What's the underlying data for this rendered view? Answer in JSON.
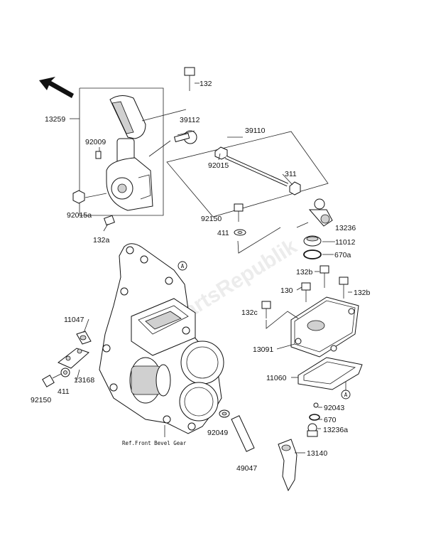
{
  "watermark": "PartsRepublik",
  "reference_note": "Ref.Front Bevel Gear",
  "ref_marker": "A",
  "callouts": [
    {
      "key": "c132",
      "text": "132"
    },
    {
      "key": "c39112",
      "text": "39112"
    },
    {
      "key": "c39110",
      "text": "39110"
    },
    {
      "key": "c13259",
      "text": "13259"
    },
    {
      "key": "c92009",
      "text": "92009"
    },
    {
      "key": "c92015",
      "text": "92015"
    },
    {
      "key": "c311",
      "text": "311"
    },
    {
      "key": "c92015a",
      "text": "92015a"
    },
    {
      "key": "c132a",
      "text": "132a"
    },
    {
      "key": "c92150_top",
      "text": "92150"
    },
    {
      "key": "c13236",
      "text": "13236"
    },
    {
      "key": "c411_top",
      "text": "411"
    },
    {
      "key": "c11012",
      "text": "11012"
    },
    {
      "key": "c670a",
      "text": "670a"
    },
    {
      "key": "c132b_top",
      "text": "132b"
    },
    {
      "key": "c130",
      "text": "130"
    },
    {
      "key": "c132b_right",
      "text": "132b"
    },
    {
      "key": "c11047",
      "text": "11047"
    },
    {
      "key": "c132c",
      "text": "132c"
    },
    {
      "key": "c13091",
      "text": "13091"
    },
    {
      "key": "c13168",
      "text": "13168"
    },
    {
      "key": "c411_bottom",
      "text": "411"
    },
    {
      "key": "c92150_bottom",
      "text": "92150"
    },
    {
      "key": "c11060",
      "text": "11060"
    },
    {
      "key": "c92043",
      "text": "92043"
    },
    {
      "key": "c670",
      "text": "670"
    },
    {
      "key": "c92049",
      "text": "92049"
    },
    {
      "key": "c13236a",
      "text": "13236a"
    },
    {
      "key": "c49047",
      "text": "49047"
    },
    {
      "key": "c13140",
      "text": "13140"
    }
  ]
}
